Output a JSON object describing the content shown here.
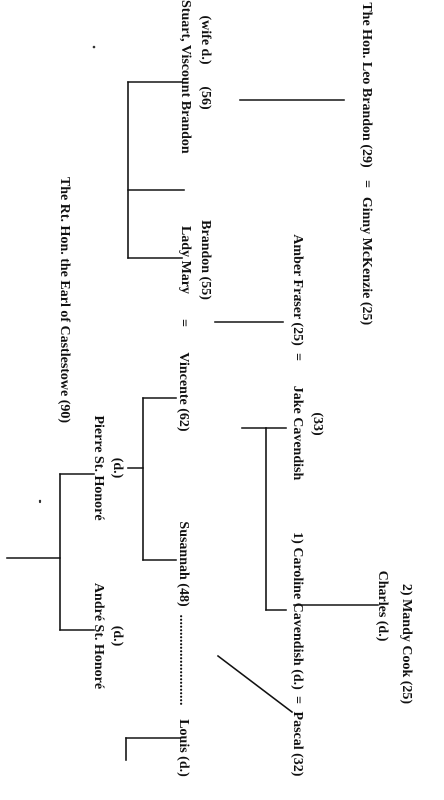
{
  "people": {
    "earl": "The Rt. Hon. the Earl of Castlestowe (90)",
    "stuart": "Stuart, Viscount Brandon",
    "stuart_age": "(56)",
    "stuart_wife": "(wife d.)",
    "lady_mary": "Lady Mary",
    "lady_mary_2": "Brandon (55)",
    "leo": "The Hon. Leo Brandon (29)",
    "ginny": "Ginny McKenzie (25)",
    "andre": "André St. Honoré",
    "andre_d": "(d.)",
    "pierre": "Pierre St. Honoré",
    "pierre_d": "(d.)",
    "vincente": "Vincente (62)",
    "susannah": "Susannah (48)",
    "louis": "Louis (d.)",
    "dots": "..........................",
    "pascal": "Pascal (32)",
    "caroline": "1) Caroline Cavendish (d.)",
    "mandy": "2) Mandy Cook (25)",
    "charles": "Charles (d.)",
    "jake": "Jake Cavendish",
    "jake_age": "(33)",
    "amber": "Amber Fraser (25)"
  },
  "symbols": {
    "marriage": "="
  }
}
